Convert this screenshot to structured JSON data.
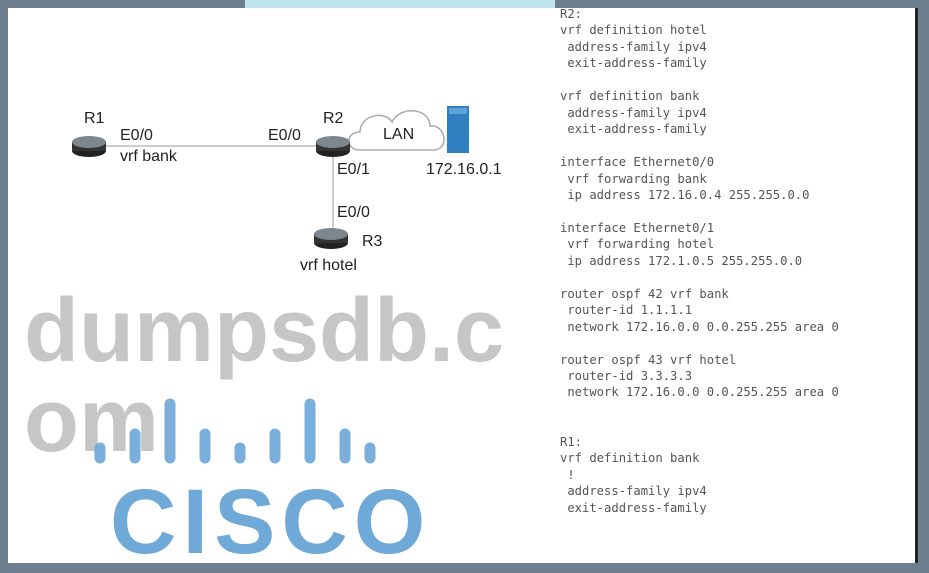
{
  "diagram": {
    "r1": {
      "name": "R1",
      "interface": "E0/0",
      "vrf": "vrf bank"
    },
    "r2": {
      "name": "R2",
      "interface_left": "E0/0",
      "interface_down": "E0/1"
    },
    "r3": {
      "name": "R3",
      "interface": "E0/0",
      "vrf": "vrf hotel"
    },
    "lan": {
      "label": "LAN"
    },
    "server": {
      "ip": "172.16.0.1"
    }
  },
  "config": {
    "lines": [
      "R2:",
      "vrf definition hotel",
      " address-family ipv4",
      " exit-address-family",
      "",
      "vrf definition bank",
      " address-family ipv4",
      " exit-address-family",
      "",
      "interface Ethernet0/0",
      " vrf forwarding bank",
      " ip address 172.16.0.4 255.255.0.0",
      "",
      "interface Ethernet0/1",
      " vrf forwarding hotel",
      " ip address 172.1.0.5 255.255.0.0",
      "",
      "router ospf 42 vrf bank",
      " router-id 1.1.1.1",
      " network 172.16.0.0 0.0.255.255 area 0",
      "",
      "router ospf 43 vrf hotel",
      " router-id 3.3.3.3",
      " network 172.16.0.0 0.0.255.255 area 0",
      "",
      "",
      "R1:",
      "vrf definition bank",
      " !",
      " address-family ipv4",
      " exit-address-family"
    ]
  },
  "watermark": {
    "text": "dumpsdb.com"
  },
  "logo": {
    "text": "CISCO",
    "color": "#6fa9d8"
  }
}
